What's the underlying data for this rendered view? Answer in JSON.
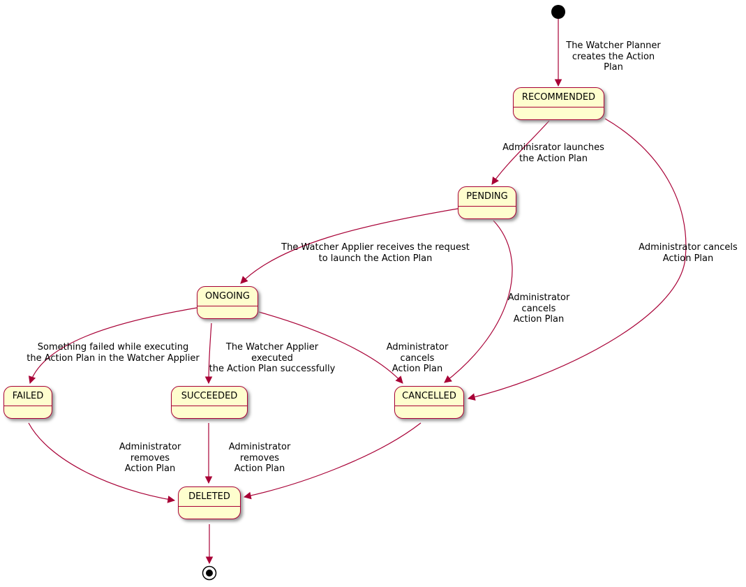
{
  "diagram": {
    "type": "state-machine",
    "states": {
      "recommended": "RECOMMENDED",
      "pending": "PENDING",
      "ongoing": "ONGOING",
      "failed": "FAILED",
      "succeeded": "SUCCEEDED",
      "cancelled": "CANCELLED",
      "deleted": "DELETED"
    },
    "edges": {
      "start_to_recommended": "The Watcher Planner\ncreates the Action Plan",
      "recommended_to_pending": "Adminisrator launches\nthe Action Plan",
      "pending_to_ongoing": "The Watcher Applier receives the request\nto launch the Action Plan",
      "ongoing_to_failed": "Something failed while executing\nthe Action Plan in the Watcher Applier",
      "ongoing_to_succeeded": "The Watcher Applier executed\nthe Action Plan successfully",
      "ongoing_to_cancelled": "Administrator cancels\nAction Plan",
      "pending_to_cancelled": "Administrator cancels\nAction Plan",
      "recommended_to_cancelled": "Administrator cancels\nAction Plan",
      "failed_to_deleted": "Administrator removes\nAction Plan",
      "succeeded_to_deleted": "Administrator removes\nAction Plan"
    },
    "colors": {
      "state_fill": "#FEFECE",
      "state_border": "#A80036",
      "arrow": "#A80036",
      "text": "#000000",
      "background": "#FFFFFF"
    }
  }
}
